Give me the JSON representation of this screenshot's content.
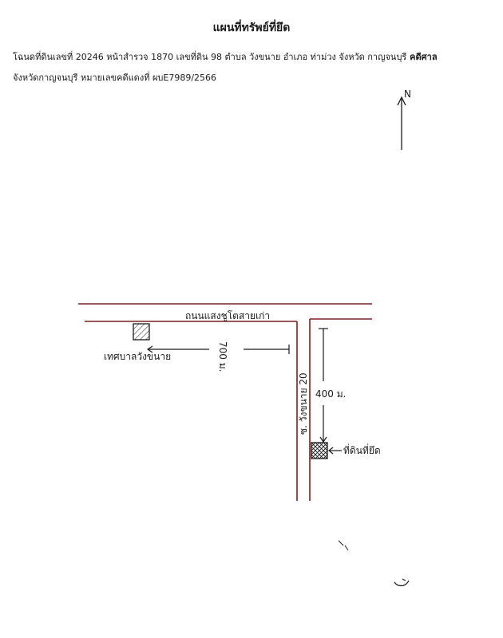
{
  "document": {
    "title": "แผนที่ทรัพย์ที่ยึด",
    "line1_part1": "โฉนดที่ดินเลขที่ 20246 หน้าสำรวจ 1870 เลขที่ดิน 98 ตำบล  วังขนาย อำเภอ ท่าม่วง จังหวัด  กาญจนบุรี",
    "line1_part2": " คดีศาล",
    "line2": "จังหวัดกาญจนบุรี  หมายเลขคดีแดงที่ ผบE7989/2566"
  },
  "map": {
    "north_label": "N",
    "main_road_label": "ถนนแสงชูโตสายเก่า",
    "side_road_label": "ซ. วังขนาย 20",
    "landmark_label": "เทศบาลวังขนาย",
    "distance_horizontal": "700 ม.",
    "distance_vertical": "400 ม.",
    "property_label": "ที่ดินที่ยึด",
    "road_color": "#7a2020",
    "ink_color": "#1a1a1a"
  }
}
